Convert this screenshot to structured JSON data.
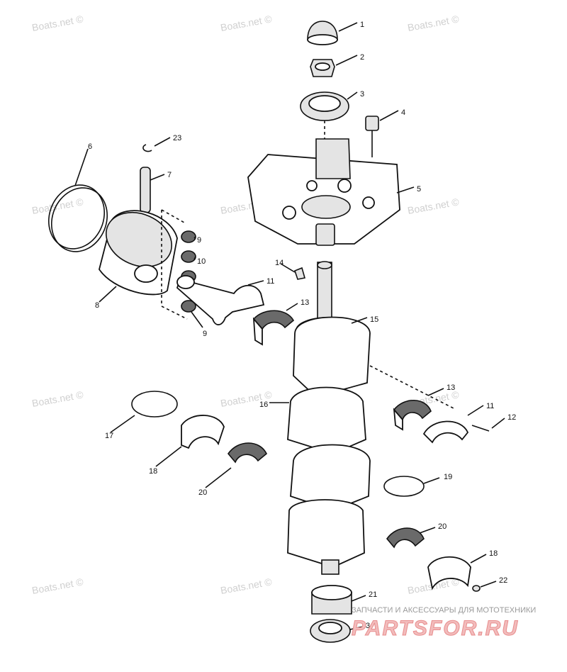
{
  "watermark": "Boats.net ©",
  "brand": {
    "tagline": "ЗАПЧАСТИ И АКСЕССУАРЫ ДЛЯ МОТОТЕХНИКИ",
    "logo": "PARTSFOR.RU"
  },
  "callouts": [
    "1",
    "2",
    "3",
    "4",
    "5",
    "6",
    "23",
    "7",
    "9",
    "10",
    "8",
    "11",
    "14",
    "13",
    "15",
    "9",
    "16",
    "13",
    "11",
    "12",
    "17",
    "18",
    "20",
    "19",
    "20",
    "18",
    "22",
    "21",
    "3"
  ]
}
